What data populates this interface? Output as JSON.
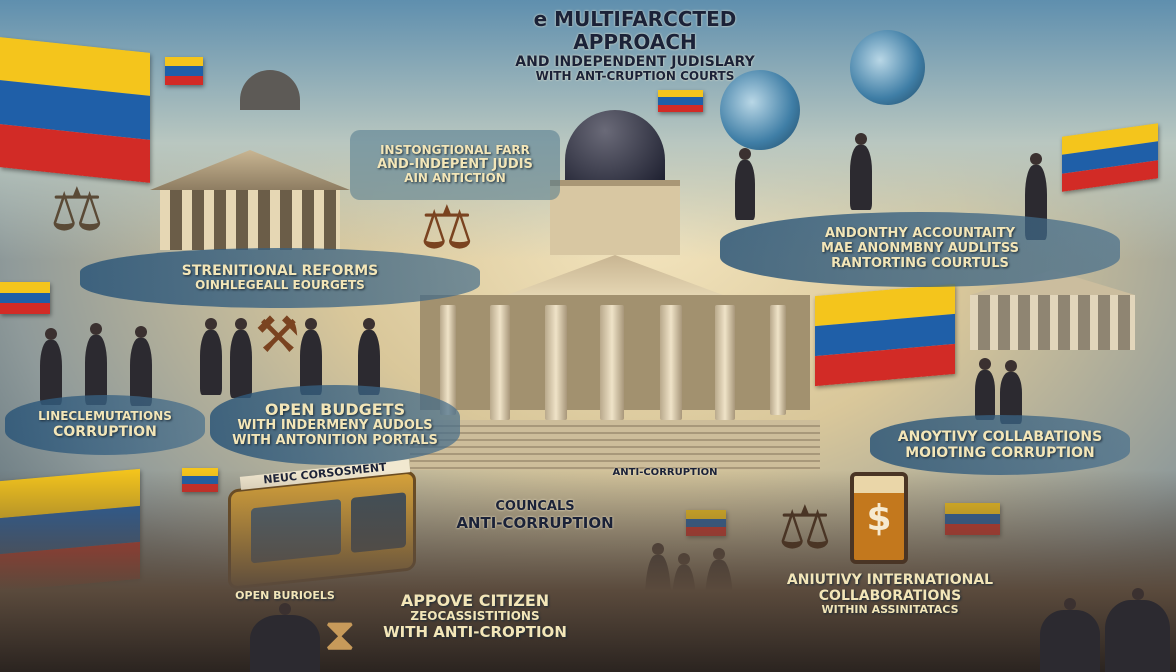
{
  "title": {
    "line1": "e MULTIFARCCTED APPROACH",
    "line2": "AND INDEPENDENT JUDISLARY",
    "line3": "WITH ANT-CRUPTION COURTS"
  },
  "banners": {
    "institutional": [
      "INSTONGTIONAL FARR",
      "AND-INDEPENT JUDIS",
      "AIN ANTICTION"
    ],
    "reforms": [
      "STRENITIONAL REFORMS",
      "OINHLEGEALL EOURGETS"
    ],
    "accountability": [
      "ANDONTHY ACCOUNTAITY",
      "MAE ANONMBNY AUDLITSS",
      "RANTORTING COURTULS"
    ],
    "corruption_left": [
      "LINECLEMUTATIONS",
      "CORRUPTION"
    ],
    "open_budgets": [
      "OPEN BUDGETS",
      "WITH INDERMENY AUDOLS",
      "WITH ANTONITION PORTALS"
    ],
    "collaborations": [
      "ANOYTIVY COLLABATIONS",
      "MOIOTING CORRUPTION"
    ],
    "councils": [
      "COUNCALS",
      "ANTI-CORRUPTION"
    ],
    "anti_corruption_sign": "ANTI-CORRUPTION",
    "bus_sign": "NEUC CORSOSMENT",
    "open_budgets_small": "OPEN BURIOELS",
    "citizen": [
      "APPOVE CITIZEN",
      "ZEOCASSISTITIONS",
      "WITH ANTI-CROPTION"
    ],
    "international": [
      "ANIUTIVY INTERNATIONAL",
      "COLLABORATIONS",
      "WITHIN ASSINITATACS"
    ]
  },
  "icons": [
    "venezuela-flag",
    "capitol-building",
    "scales-of-justice",
    "globe",
    "gavel",
    "hourglass",
    "dollar-sign",
    "bus"
  ],
  "colors": {
    "flag_yellow": "#f4c51c",
    "flag_blue": "#1f5fa8",
    "flag_red": "#d22b26",
    "banner": "#2c5678",
    "text": "#f3e6b8"
  }
}
